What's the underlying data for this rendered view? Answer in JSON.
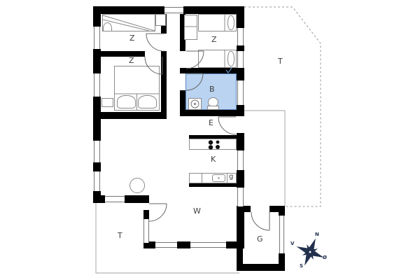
{
  "floorplan": {
    "rooms": [
      {
        "id": "bedroom-top-left",
        "label": "Z"
      },
      {
        "id": "bedroom-mid-left",
        "label": "Z"
      },
      {
        "id": "bedroom-top-right",
        "label": "Z"
      },
      {
        "id": "bathroom",
        "label": "B"
      },
      {
        "id": "entry",
        "label": "E"
      },
      {
        "id": "kitchen",
        "label": "K"
      },
      {
        "id": "pantry",
        "label": "g"
      },
      {
        "id": "living-room",
        "label": "W"
      },
      {
        "id": "terrace-south",
        "label": "T"
      },
      {
        "id": "terrace-east",
        "label": "T"
      },
      {
        "id": "garage",
        "label": "G"
      }
    ],
    "compass": {
      "north": "N",
      "west": "V",
      "east": "Ø",
      "south": "S"
    },
    "colors": {
      "wall": "#000000",
      "bath_fill": "#b9d3f1",
      "bath_accent": "#5d89c0",
      "furniture_line": "#8a8a8a",
      "door_line": "#666666",
      "terrace_line": "#b5b5b5",
      "boundary_dash": "#9a9a9a",
      "compass": "#22304e",
      "label": "#3c3c3c"
    }
  }
}
